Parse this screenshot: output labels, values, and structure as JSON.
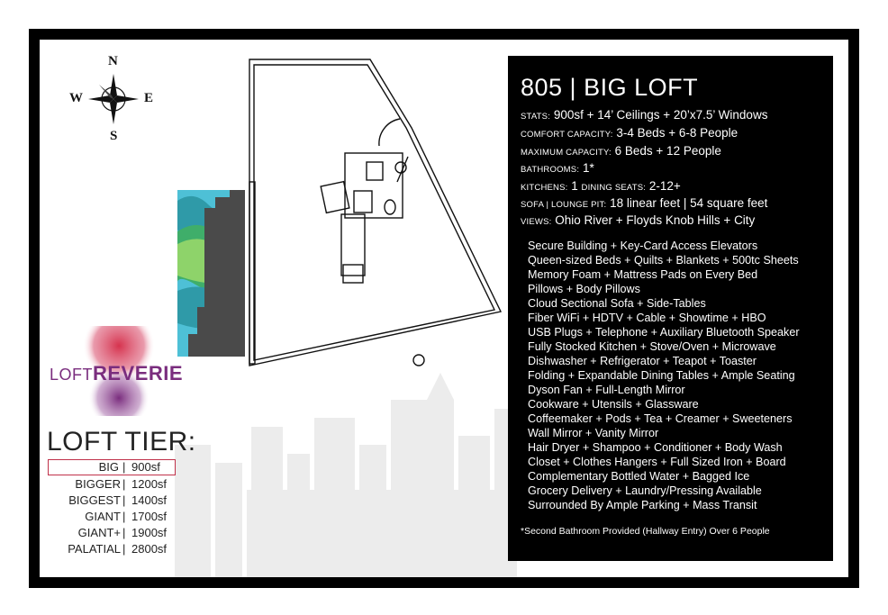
{
  "compass": {
    "n": "N",
    "e": "E",
    "s": "S",
    "w": "W"
  },
  "brand": {
    "prefix": "LOFT",
    "suffix": "REVERIE"
  },
  "tiers": {
    "title": "LOFT TIER:",
    "rows": [
      {
        "name": "BIG",
        "sep": "|",
        "size": "900sf",
        "active": true
      },
      {
        "name": "BIGGER",
        "sep": "|",
        "size": "1200sf"
      },
      {
        "name": "BIGGEST",
        "sep": "|",
        "size": "1400sf"
      },
      {
        "name": "GIANT",
        "sep": "|",
        "size": "1700sf"
      },
      {
        "name": "GIANT+",
        "sep": "|",
        "size": "1900sf"
      },
      {
        "name": "PALATIAL",
        "sep": "|",
        "size": "2800sf"
      }
    ]
  },
  "panel": {
    "title": "805 | BIG LOFT",
    "stats": {
      "stats_label": "Stats:",
      "stats_value": "900sf + 14’ Ceilings + 20’x7.5’ Windows",
      "comfort_label": "Comfort Capacity:",
      "comfort_value": "3-4 Beds + 6-8 People",
      "max_label": "Maximum Capacity:",
      "max_value": "6 Beds + 12 People",
      "bath_label": "Bathrooms:",
      "bath_value": "1*",
      "kitchens_label": "Kitchens:",
      "kitchens_value": "1",
      "dining_label": "Dining Seats:",
      "dining_value": "2-12+",
      "sofa_label": "Sofa | Lounge Pit:",
      "sofa_value": "18 linear feet | 54 square feet",
      "views_label": "Views:",
      "views_value": "Ohio River + Floyds Knob Hills + City"
    },
    "amenities": [
      "Secure Building + Key-Card Access Elevators",
      "Queen-sized Beds + Quilts + Blankets + 500tc Sheets",
      "Memory Foam + Mattress Pads on Every Bed",
      "Pillows + Body Pillows",
      "Cloud Sectional Sofa + Side-Tables",
      "Fiber WiFi + HDTV + Cable + Showtime + HBO",
      "USB Plugs + Telephone + Auxiliary Bluetooth Speaker",
      "Fully Stocked Kitchen + Stove/Oven + Microwave",
      "Dishwasher + Refrigerator + Teapot + Toaster",
      "Folding + Expandable Dining Tables + Ample Seating",
      "Dyson Fan + Full-Length Mirror",
      "Cookware + Utensils + Glassware",
      "Coffeemaker + Pods + Tea + Creamer + Sweeteners",
      "Wall Mirror + Vanity Mirror",
      "Hair Dryer + Shampoo + Conditioner + Body Wash",
      "Closet + Clothes Hangers + Full Sized Iron + Board",
      "Complementary Bottled Water + Bagged Ice",
      "Grocery Delivery + Laundry/Pressing Available",
      "Surrounded By Ample Parking + Mass Transit"
    ],
    "footnote": "*Second Bathroom Provided (Hallway Entry) Over 6 People"
  },
  "colors": {
    "frame": "#000000",
    "panel": "#000000",
    "accent": "#7a2d7e",
    "highlight": "#c0314a",
    "skyline": "#ececec"
  }
}
